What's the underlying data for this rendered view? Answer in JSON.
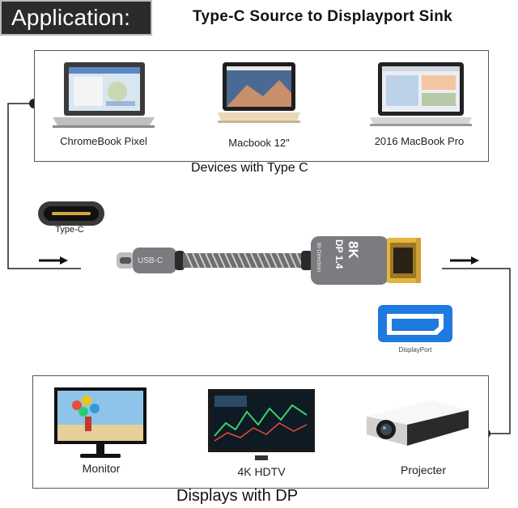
{
  "badge": {
    "text": "Application:"
  },
  "headline": {
    "text": "Type-C Source to Displayport Sink"
  },
  "devices": {
    "items": [
      {
        "label": "ChromeBook Pixel"
      },
      {
        "label": "Macbook 12\""
      },
      {
        "label": "2016 MacBook Pro"
      }
    ],
    "caption": "Devices with Type C"
  },
  "port_typec": {
    "label": "Type-C"
  },
  "cable": {
    "plug_label": "USB-C",
    "dp_spec": "DP 1.4",
    "dp_res": "8K",
    "dp_side": "Bi-Direction"
  },
  "port_dp": {
    "label": "DisplayPort"
  },
  "displays": {
    "items": [
      {
        "label": "Monitor"
      },
      {
        "label": "4K HDTV"
      },
      {
        "label": "Projecter"
      }
    ],
    "caption": "Displays with DP"
  },
  "colors": {
    "dp_port": "#1f7ae0",
    "badge_bg": "#2b2b2b"
  }
}
